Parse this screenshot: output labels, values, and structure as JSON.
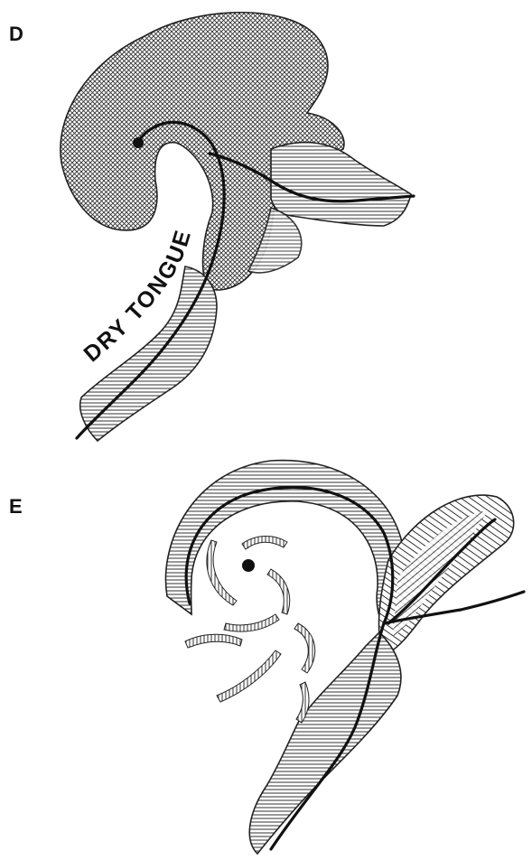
{
  "panels": [
    {
      "letter": "D",
      "label": "DRY TONGUE"
    },
    {
      "letter": "E"
    }
  ],
  "colors": {
    "ink": "#111111",
    "background": "#ffffff"
  }
}
